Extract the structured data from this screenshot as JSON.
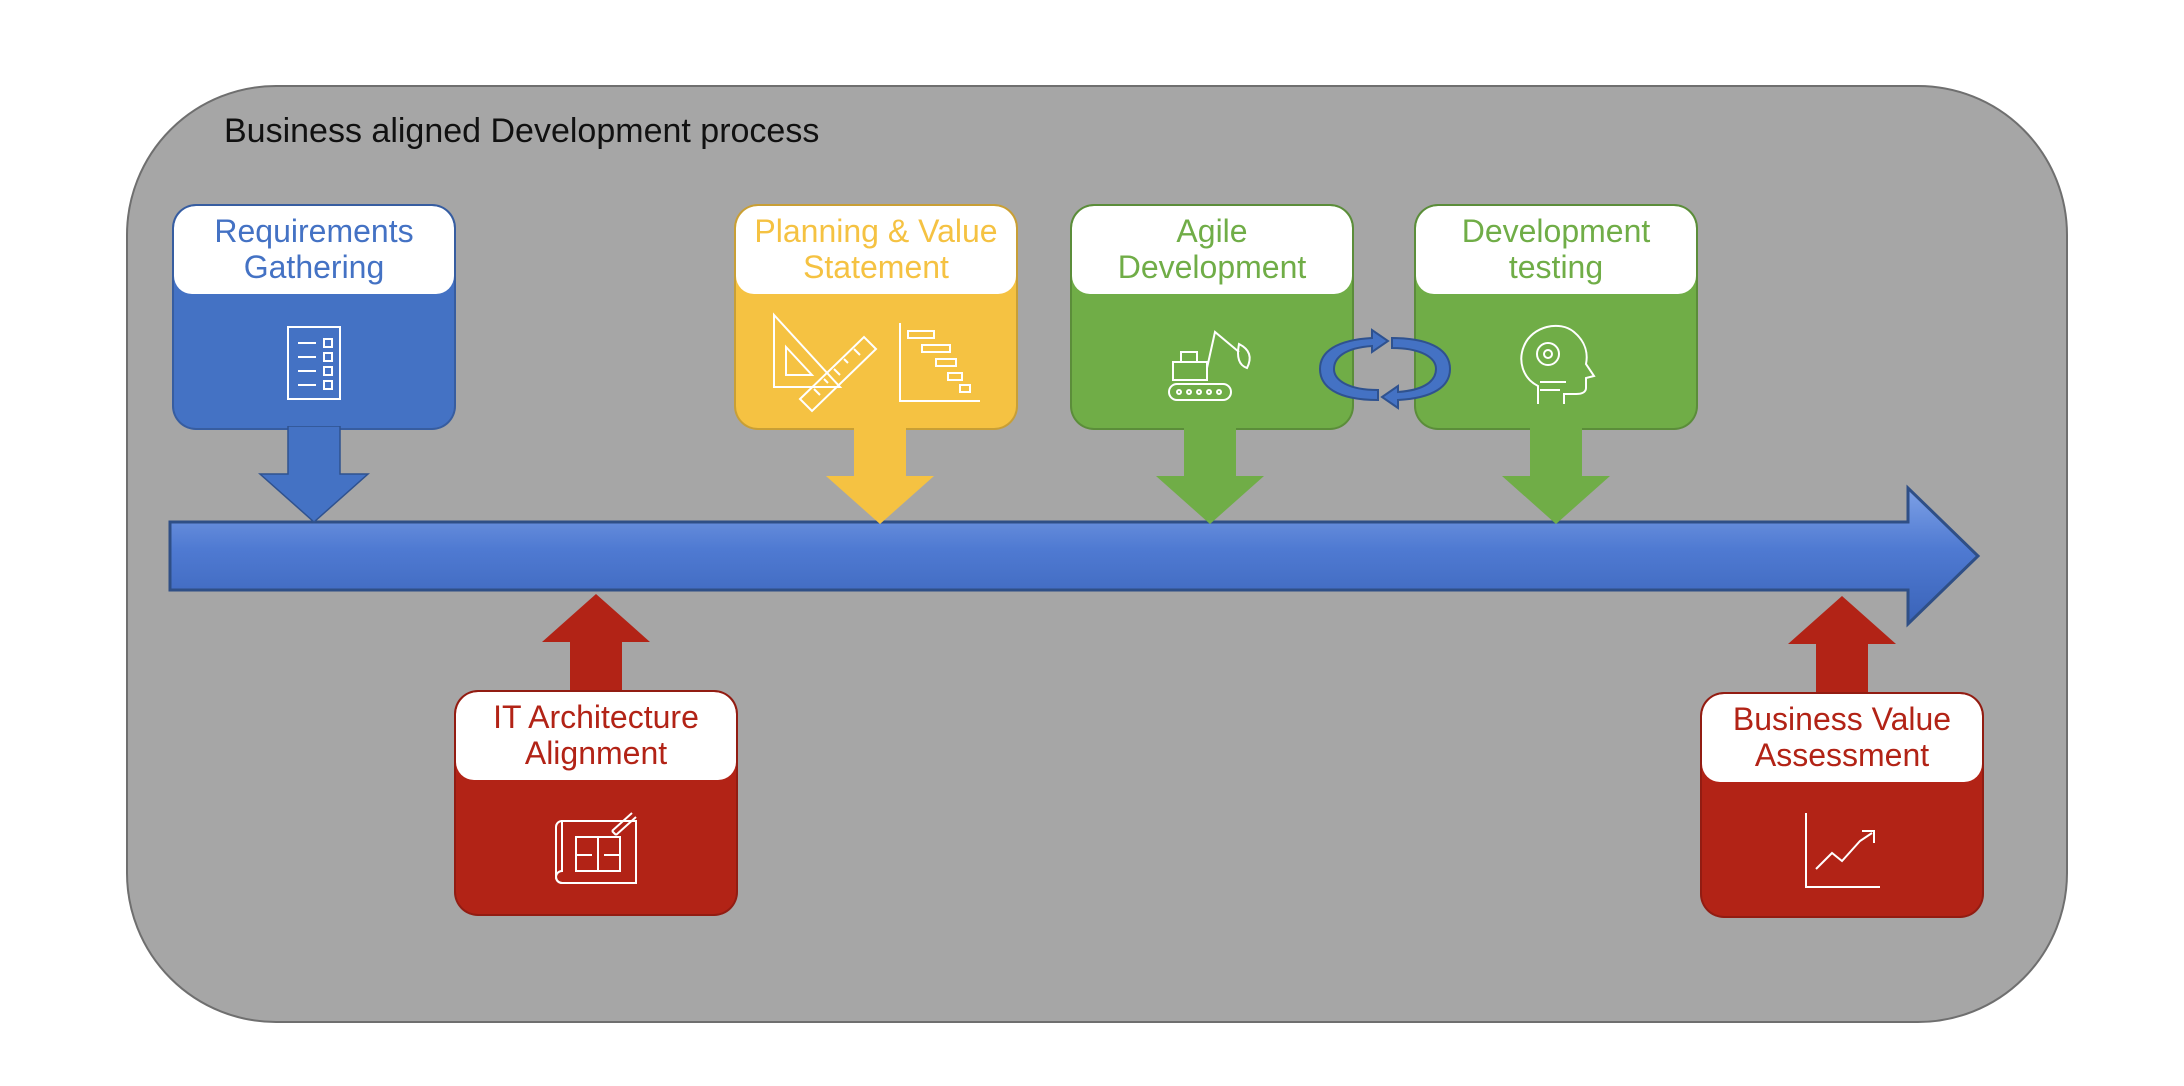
{
  "title": "Business aligned Development process",
  "colors": {
    "frame": "#a6a6a6",
    "timeline": "#4f7ad2",
    "blue": "#4472c4",
    "yellow": "#f5c242",
    "green": "#70ad47",
    "red": "#b22316",
    "white": "#ffffff"
  },
  "stages_above": [
    {
      "label": "Requirements Gathering",
      "color": "blue",
      "icons": [
        "checklist-icon"
      ]
    },
    {
      "label": "Planning & Value Statement",
      "color": "yellow",
      "icons": [
        "triangle-ruler-icon",
        "gantt-chart-icon"
      ]
    },
    {
      "label": "Agile Development",
      "color": "green",
      "icons": [
        "excavator-icon"
      ]
    },
    {
      "label": "Development testing",
      "color": "green",
      "icons": [
        "head-gear-icon"
      ]
    }
  ],
  "stages_below": [
    {
      "label": "IT Architecture Alignment",
      "color": "red",
      "icons": [
        "blueprint-icon"
      ]
    },
    {
      "label": "Business Value Assessment",
      "color": "red",
      "icons": [
        "line-chart-icon"
      ]
    }
  ],
  "cycle_icon": "cycle-arrows-icon"
}
